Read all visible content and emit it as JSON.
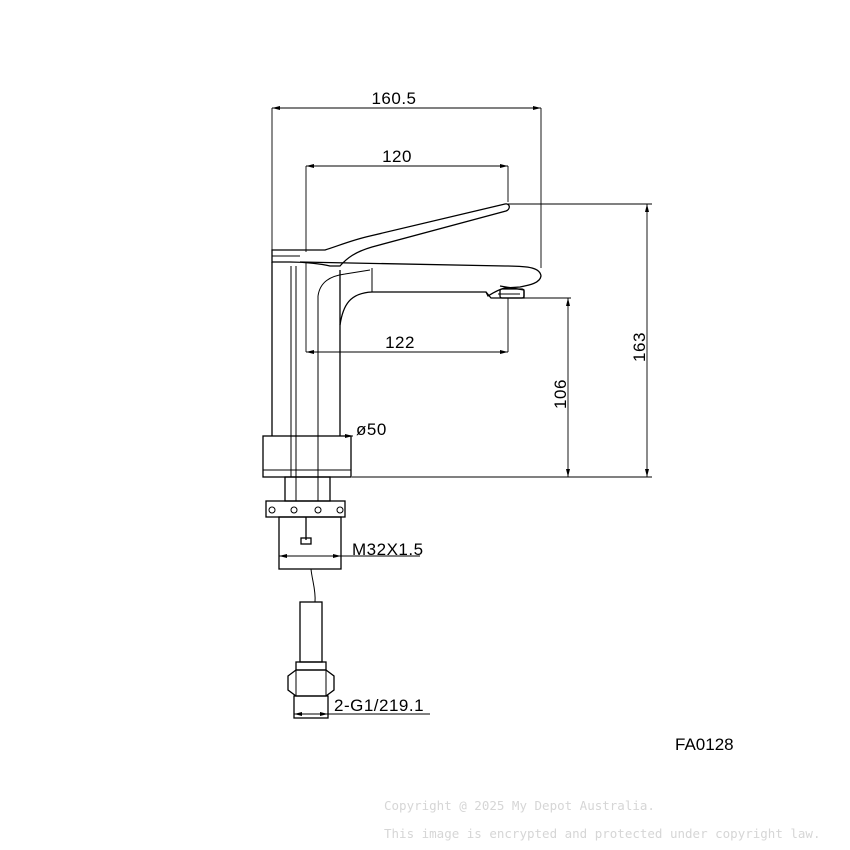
{
  "drawing": {
    "model_code": "FA0128",
    "dimensions": {
      "overall_width": "160.5",
      "handle_length": "120",
      "spout_reach": "122",
      "outlet_height": "106",
      "total_height": "163",
      "base_diameter": "ø50",
      "thread": "M32X1.5",
      "hose_connector": "2-G1/219.1"
    },
    "watermark": {
      "line1": "Copyright @ 2025 My Depot Australia.",
      "line2": "This image is encrypted and protected under copyright law."
    }
  }
}
